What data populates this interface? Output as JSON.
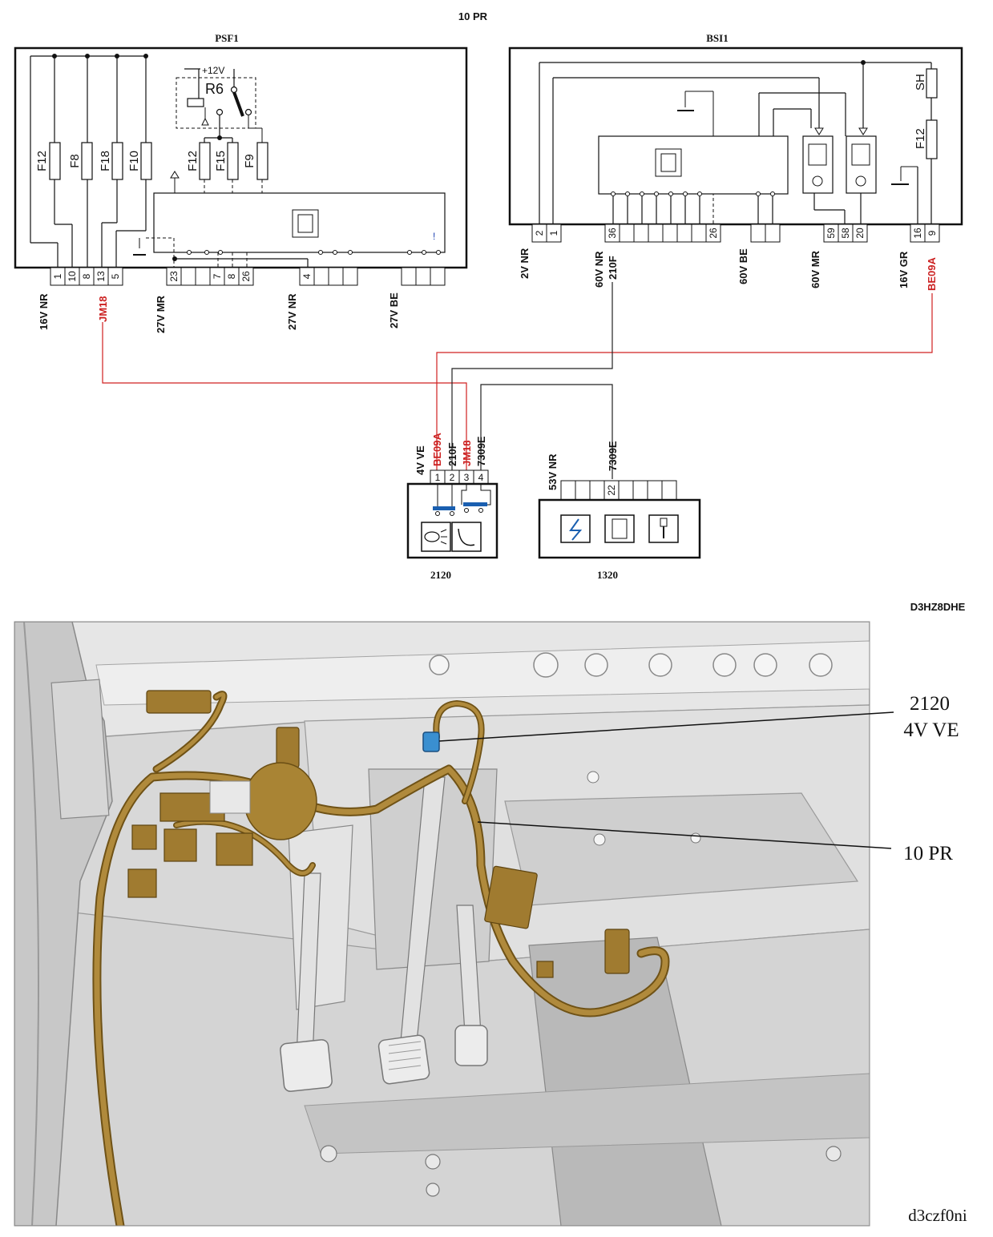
{
  "harness_title": "10 PR",
  "psf1": {
    "title": "PSF1",
    "relay": "R6",
    "supply": "+12V",
    "fuses": [
      "F12",
      "F8",
      "F18",
      "F10",
      "F12",
      "F15",
      "F9"
    ],
    "pins": [
      "1",
      "10",
      "8",
      "13",
      "5",
      "23",
      "7",
      "8",
      "26",
      "4"
    ],
    "connectors": [
      "16V NR",
      "27V MR",
      "27V NR",
      "27V BE"
    ],
    "wire": "JM18",
    "mark": "!"
  },
  "bsi1": {
    "title": "BSI1",
    "fuses": [
      "SH",
      "F12"
    ],
    "pins": [
      "2",
      "1",
      "36",
      "26",
      "59",
      "58",
      "20",
      "16",
      "9"
    ],
    "connectors": [
      "2V NR",
      "60V NR",
      "60V BE",
      "60V MR",
      "16V GR"
    ],
    "wires": [
      "210F",
      "BE09A"
    ]
  },
  "comp2120": {
    "id": "2120",
    "connector": "4V VE",
    "wires": [
      "BE09A",
      "210F",
      "JM18",
      "7309E"
    ],
    "pins": [
      "1",
      "2",
      "3",
      "4"
    ]
  },
  "comp1320": {
    "id": "1320",
    "connector": "53V NR",
    "pin": "22",
    "wire": "7309E"
  },
  "drawing_code": "D3HZ8DHE",
  "photo": {
    "callout_component": "2120",
    "callout_connector": "4V VE",
    "callout_harness": "10 PR",
    "image_code": "d3czf0ni"
  },
  "colors": {
    "line": "#222222",
    "red_wire": "#d02020",
    "harness": "#b08a3c",
    "metal": "#dcdcdc",
    "connector_blue": "#3a8fd0"
  }
}
